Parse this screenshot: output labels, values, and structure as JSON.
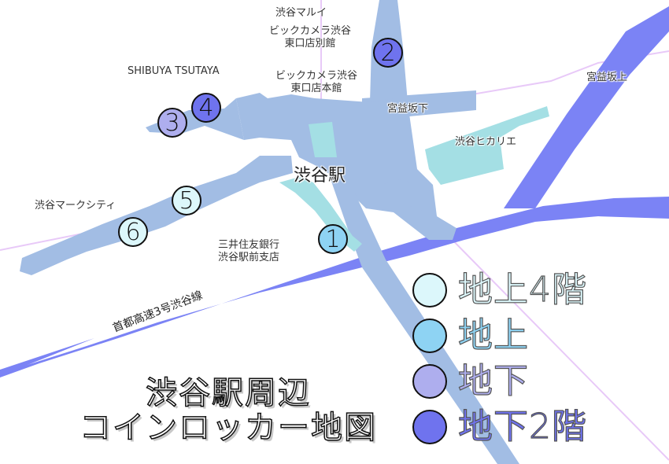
{
  "colors": {
    "expressway": "#7b83f5",
    "station_building": "#a2bde4",
    "green_building": "#a4dfe4",
    "rail_line": "#e8c9f8",
    "ground_4f": "#dcf7fb",
    "ground": "#8ed3f3",
    "basement": "#aeaeee",
    "basement_2f": "#6f73ee"
  },
  "title": {
    "line1": "渋谷駅周辺",
    "line2": "コインロッカー地図"
  },
  "station": {
    "label": "渋谷駅"
  },
  "landmarks": {
    "marui": "渋谷マルイ",
    "bic_annex_1": "ビックカメラ渋谷",
    "bic_annex_2": "東口店別館",
    "tsutaya": "SHIBUYA TSUTAYA",
    "bic_main_1": "ビックカメラ渋谷",
    "bic_main_2": "東口店本館",
    "miyamasu_shita": "宮益坂下",
    "miyamasu_ue": "宮益坂上",
    "hikarie": "渋谷ヒカリエ",
    "markcity": "渋谷マークシティ",
    "smbc_1": "三井住友銀行",
    "smbc_2": "渋谷駅前支店",
    "expressway": "首都高速3号渋谷線"
  },
  "markers": [
    {
      "id": "1",
      "label": "1",
      "level": "ground"
    },
    {
      "id": "2",
      "label": "2",
      "level": "basement_2f"
    },
    {
      "id": "3",
      "label": "3",
      "level": "basement"
    },
    {
      "id": "4",
      "label": "4",
      "level": "basement_2f"
    },
    {
      "id": "5",
      "label": "5",
      "level": "ground_4f"
    },
    {
      "id": "6",
      "label": "6",
      "level": "ground_4f"
    }
  ],
  "legend": [
    {
      "label": "地上4階",
      "color": "#dcf7fb",
      "text_color": "#d6f3f7"
    },
    {
      "label": "地上",
      "color": "#8ed3f3",
      "text_color": "#8ed3f3"
    },
    {
      "label": "地下",
      "color": "#aeaeee",
      "text_color": "#aeaeee"
    },
    {
      "label": "地下2階",
      "color": "#6f73ee",
      "text_color": "#6f73ee"
    }
  ]
}
